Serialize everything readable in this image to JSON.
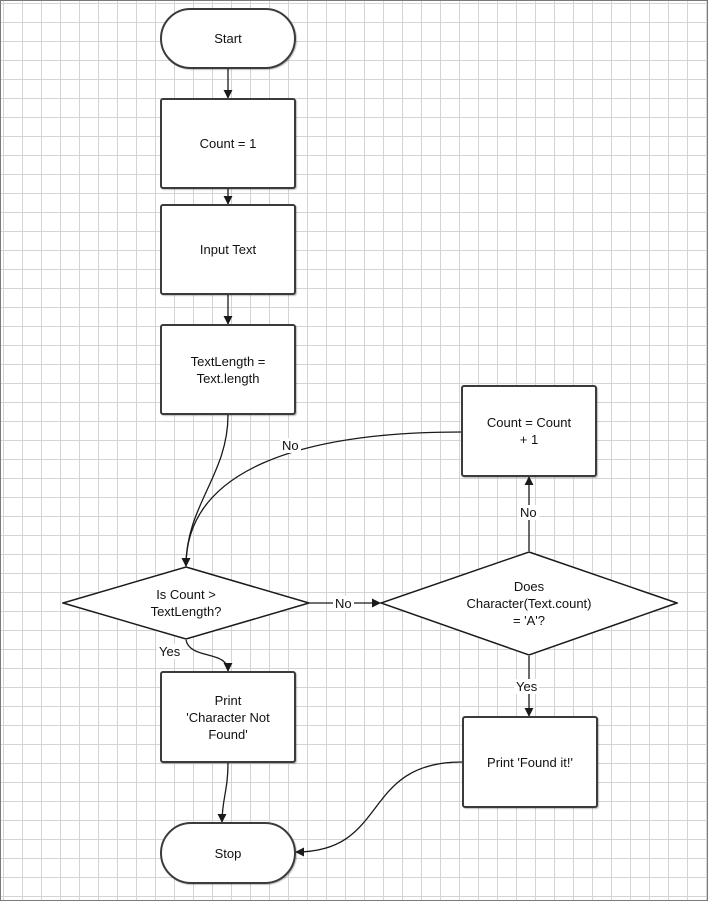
{
  "flowchart": {
    "nodes": {
      "start": "Start",
      "init_count": "Count = 1",
      "input_text": "Input Text",
      "text_length": "TextLength =\nText.length",
      "decision_count": "Is Count >\nTextLength?",
      "decision_char": "Does\nCharacter(Text.count)\n= 'A'?",
      "increment": "Count = Count\n+ 1",
      "print_not_found": "Print\n'Character Not\nFound'",
      "print_found": "Print 'Found it!'",
      "stop": "Stop"
    },
    "edge_labels": {
      "increment_to_decision": "No",
      "count_no": "No",
      "count_yes": "Yes",
      "char_no": "No",
      "char_yes": "Yes"
    },
    "colors": {
      "line": "#1a1a1a",
      "node_border": "#3b3b3b",
      "grid": "#d4d4d4"
    }
  }
}
